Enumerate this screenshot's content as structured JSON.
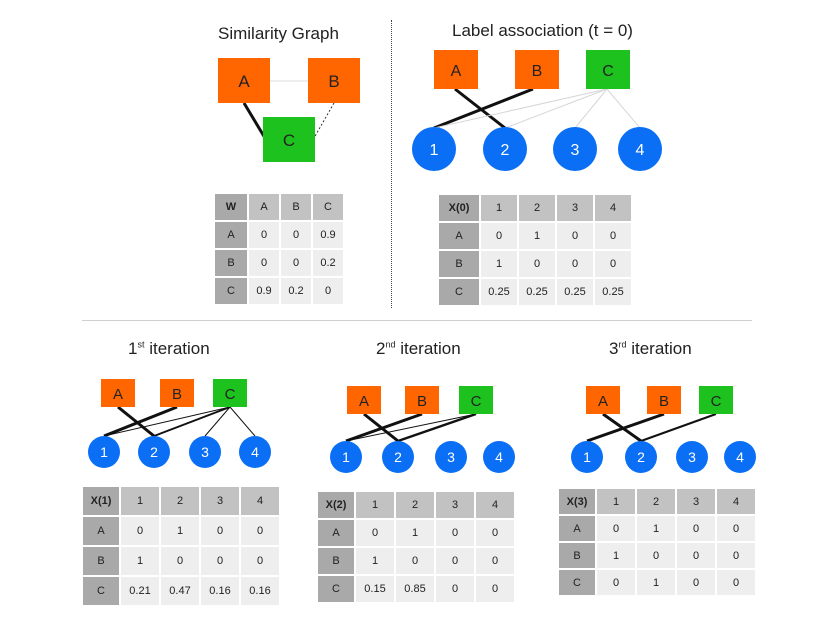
{
  "titles": {
    "similarity": "Similarity Graph",
    "label_assoc": "Label association (t = 0)",
    "it1": {
      "num": "1",
      "sup": "st",
      "text": " iteration"
    },
    "it2": {
      "num": "2",
      "sup": "nd",
      "text": " iteration"
    },
    "it3": {
      "num": "3",
      "sup": "rd",
      "text": " iteration"
    }
  },
  "nodes": {
    "labels": [
      "A",
      "B",
      "C"
    ],
    "items": [
      "1",
      "2",
      "3",
      "4"
    ]
  },
  "colors": {
    "orange": "#ff6600",
    "green": "#1ec21e",
    "blue": "#0a6ff5",
    "header": "#c2c2c2",
    "rowhead": "#a9a9a9",
    "cell": "#eeeeee"
  },
  "tables": {
    "W": {
      "header": [
        "W",
        "A",
        "B",
        "C"
      ],
      "rows": [
        [
          "A",
          "0",
          "0",
          "0.9"
        ],
        [
          "B",
          "0",
          "0",
          "0.2"
        ],
        [
          "C",
          "0.9",
          "0.2",
          "0"
        ]
      ]
    },
    "X0": {
      "header": [
        "X(0)",
        "1",
        "2",
        "3",
        "4"
      ],
      "rows": [
        [
          "A",
          "0",
          "1",
          "0",
          "0"
        ],
        [
          "B",
          "1",
          "0",
          "0",
          "0"
        ],
        [
          "C",
          "0.25",
          "0.25",
          "0.25",
          "0.25"
        ]
      ]
    },
    "X1": {
      "header": [
        "X(1)",
        "1",
        "2",
        "3",
        "4"
      ],
      "rows": [
        [
          "A",
          "0",
          "1",
          "0",
          "0"
        ],
        [
          "B",
          "1",
          "0",
          "0",
          "0"
        ],
        [
          "C",
          "0.21",
          "0.47",
          "0.16",
          "0.16"
        ]
      ]
    },
    "X2": {
      "header": [
        "X(2)",
        "1",
        "2",
        "3",
        "4"
      ],
      "rows": [
        [
          "A",
          "0",
          "1",
          "0",
          "0"
        ],
        [
          "B",
          "1",
          "0",
          "0",
          "0"
        ],
        [
          "C",
          "0.15",
          "0.85",
          "0",
          "0"
        ]
      ]
    },
    "X3": {
      "header": [
        "X(3)",
        "1",
        "2",
        "3",
        "4"
      ],
      "rows": [
        [
          "A",
          "0",
          "1",
          "0",
          "0"
        ],
        [
          "B",
          "1",
          "0",
          "0",
          "0"
        ],
        [
          "C",
          "0",
          "1",
          "0",
          "0"
        ]
      ]
    }
  }
}
